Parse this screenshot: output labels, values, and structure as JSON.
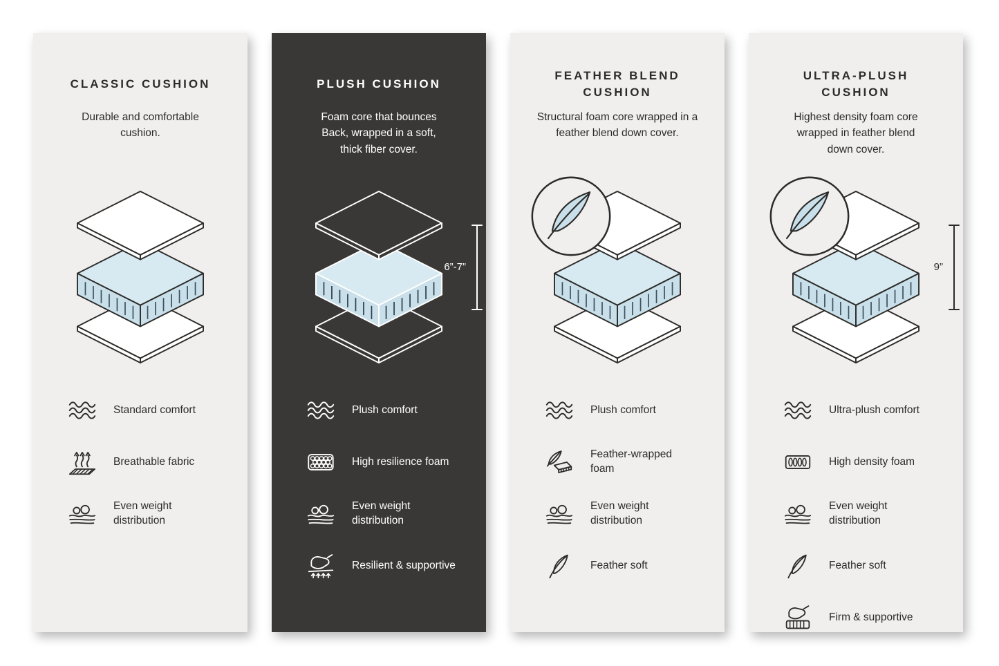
{
  "colors": {
    "page_background": "#ffffff",
    "panel_light_background": "#f0efed",
    "panel_dark_background": "#3a3836",
    "foam_blue": "#c9e0ea",
    "outline_dark": "#2c2b29",
    "outline_light": "#ffffff"
  },
  "panels": [
    {
      "id": "classic",
      "theme": "light",
      "title": "CLASSIC CUSHION",
      "description": "Durable and comfortable cushion.",
      "badge_icon": null,
      "measurement": null,
      "illustration": "layered-cushion-diagram",
      "features": [
        {
          "icon": "wave-comfort-icon",
          "label": "Standard comfort"
        },
        {
          "icon": "breathable-fabric-icon",
          "label": "Breathable fabric"
        },
        {
          "icon": "even-weight-icon",
          "label": "Even weight distribution"
        }
      ]
    },
    {
      "id": "plush",
      "theme": "dark",
      "title": "PLUSH CUSHION",
      "description": "Foam core that bounces Back, wrapped in a soft, thick fiber cover.",
      "badge_icon": null,
      "measurement": "6”-7”",
      "illustration": "layered-cushion-diagram",
      "features": [
        {
          "icon": "wave-comfort-icon",
          "label": "Plush comfort"
        },
        {
          "icon": "resilience-foam-icon",
          "label": "High resilience foam"
        },
        {
          "icon": "even-weight-icon",
          "label": "Even weight distribution"
        },
        {
          "icon": "resilient-supportive-icon",
          "label": "Resilient & supportive"
        }
      ]
    },
    {
      "id": "feather-blend",
      "theme": "light",
      "title": "FEATHER BLEND CUSHION",
      "description": "Structural foam core wrapped in a feather blend down cover.",
      "badge_icon": "feather-badge-icon",
      "measurement": null,
      "illustration": "layered-cushion-diagram",
      "features": [
        {
          "icon": "wave-comfort-icon",
          "label": "Plush comfort"
        },
        {
          "icon": "feather-wrapped-foam-icon",
          "label": "Feather-wrapped foam"
        },
        {
          "icon": "even-weight-icon",
          "label": "Even weight distribution"
        },
        {
          "icon": "feather-icon",
          "label": "Feather soft"
        }
      ]
    },
    {
      "id": "ultra-plush",
      "theme": "light",
      "title": "ULTRA-PLUSH CUSHION",
      "description": "Highest density foam core wrapped in feather blend down cover.",
      "badge_icon": "feather-badge-icon",
      "measurement": "9”",
      "illustration": "layered-cushion-diagram",
      "features": [
        {
          "icon": "wave-comfort-icon",
          "label": "Ultra-plush comfort"
        },
        {
          "icon": "high-density-foam-icon",
          "label": "High density foam"
        },
        {
          "icon": "even-weight-icon",
          "label": "Even weight distribution"
        },
        {
          "icon": "feather-icon",
          "label": "Feather soft"
        },
        {
          "icon": "firm-supportive-icon",
          "label": "Firm & supportive"
        }
      ]
    }
  ]
}
